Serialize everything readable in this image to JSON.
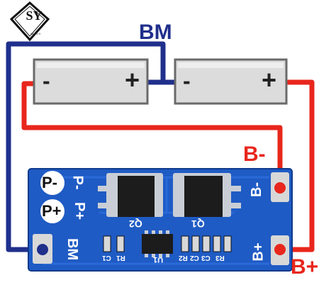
{
  "logo": {
    "text": "SY",
    "subtext": "Sinovi 9"
  },
  "labels": {
    "bm": "BM",
    "b_minus": "B-",
    "b_plus": "B+"
  },
  "cells": [
    {
      "neg": "-",
      "pos": "+"
    },
    {
      "neg": "-",
      "pos": "+"
    }
  ],
  "pads": {
    "p_minus": "P-",
    "p_plus": "P+"
  },
  "pcb_silk": {
    "p_minus": "P-",
    "p_plus": "P+",
    "bm": "BM",
    "b_minus": "B-",
    "b_plus": "B+",
    "q1": "Q1",
    "q2": "Q2",
    "u1": "U1",
    "c1": "C1",
    "r1": "R1",
    "r2": "R2",
    "c2": "C2",
    "c3": "C3",
    "r3": "R3"
  },
  "colors": {
    "wire_blue": "#1f2f8c",
    "wire_red": "#e8261c",
    "pcb": "#1f5bc4",
    "cell": "#d9d9d9"
  }
}
